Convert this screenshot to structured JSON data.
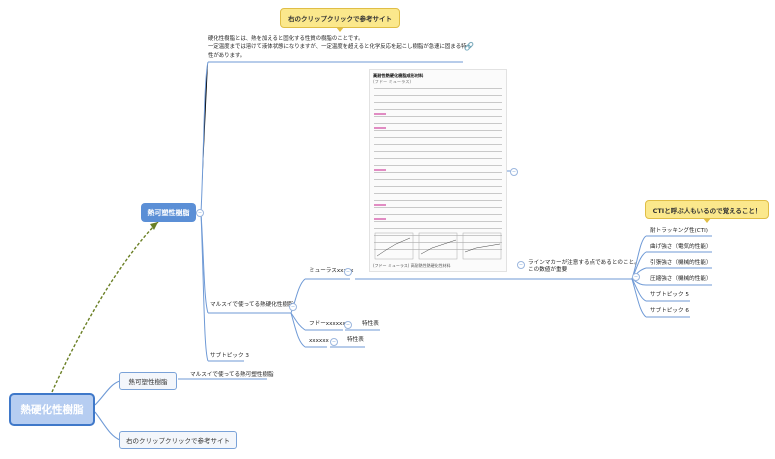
{
  "central": "熱硬化性樹脂",
  "branches": {
    "thermoplastic_outline": "熱可塑性樹脂",
    "marusui_under_outline": "マルスイで使ってる熱可塑性樹脂",
    "reference_site": "右のクリップクリックで参考サイト"
  },
  "topic_thermoplastic": "熱可塑性樹脂",
  "callout_top": "右のクリップクリックで参考サイト",
  "callout_cti": "CTIと呼ぶ人もいるので覚えること！",
  "description": "硬化性樹脂とは、熱を加えると固化する性質の樹脂のことです。\n一定温度までは溶けて液体状態になりますが、一定温度を超えると化学反応を起こし樹脂が急速に固まる特性があります。",
  "sub_topics": {
    "marusui": "マルスイで使ってる熱硬化性樹脂",
    "subtopic3": "サブトピック 3"
  },
  "materials": {
    "myuraas": "ミューラスxxxxx",
    "fudo": "フドーxxxxxx",
    "xxxxxx": "xxxxxx"
  },
  "properties_label": "特性表",
  "linemarker_note": "ラインマカーが注意する点であるとのこと。\nこの数値が重要",
  "property_list": [
    "耐トラッキング性(CTI)",
    "曲げ強さ（電気的性能）",
    "引張強さ（機械的性能）",
    "圧縮強さ（機械的性能）",
    "サブトピック 5",
    "サブトピック 6"
  ],
  "sheet": {
    "title": "高耐性熱硬化樹脂成形材料",
    "subtitle": "(フドー ミューラス)",
    "caption": "(フドー ミューラス)  高耐熱性熱硬化性材料"
  },
  "colors": {
    "central_border": "#3f78c9",
    "topic_blue": "#5b8fd6",
    "callout": "#fbe88c",
    "connector_dashed": "#5b7a1e"
  }
}
